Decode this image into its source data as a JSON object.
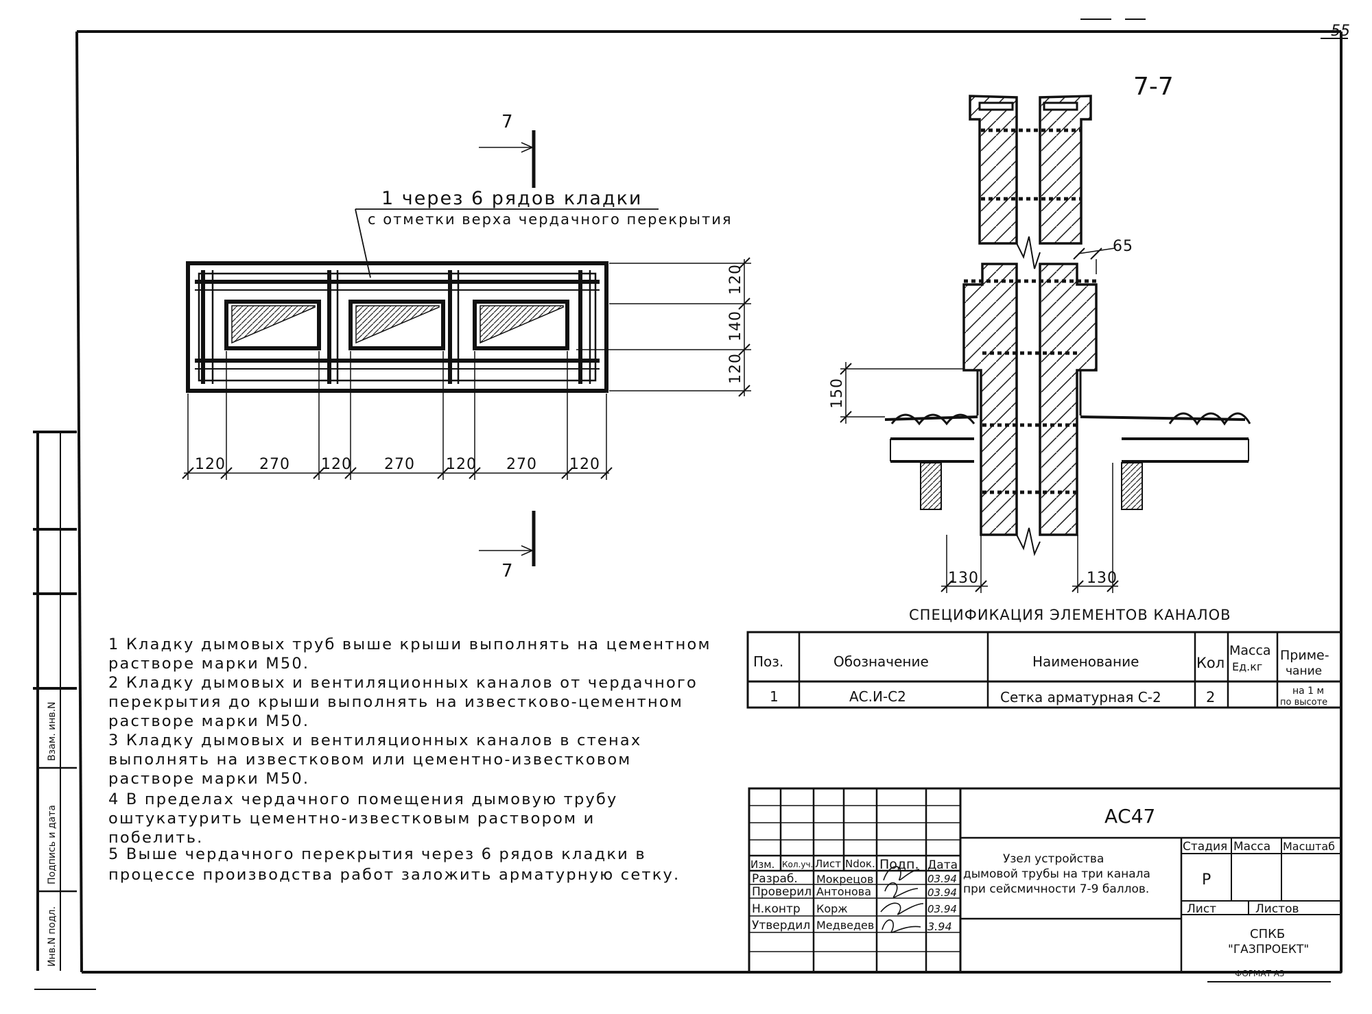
{
  "sheet_number": "55",
  "format_label": "ФОРМАТ А3",
  "section": {
    "title": "7-7",
    "cut_mark_top": "7",
    "cut_mark_bottom": "7"
  },
  "plan": {
    "callout_line1": "1 через 6 рядов кладки",
    "callout_line2": "с отметки верха чердачного перекрытия",
    "dims_bottom": [
      "120",
      "270",
      "120",
      "270",
      "120",
      "270",
      "120"
    ],
    "dims_right": [
      "120",
      "140",
      "120"
    ]
  },
  "elevation": {
    "dim_65": "65",
    "dim_150": "150",
    "dim_130_left": "130",
    "dim_130_right": "130"
  },
  "notes": [
    "1 Кладку дымовых труб выше крыши выполнять на цементном",
    "растворе марки М50.",
    "2 Кладку дымовых и вентиляционных каналов от чердачного",
    "перекрытия до крыши выполнять на известково-цементном",
    "растворе марки М50.",
    "3 Кладку дымовых и вентиляционных каналов в стенах",
    "выполнять на известковом или цементно-известковом",
    "растворе марки М50.",
    "4 В пределах чердачного помещения дымовую трубу",
    "оштукатурить цементно-известковым раствором и",
    "побелить.",
    "5 Выше чердачного перекрытия через 6 рядов кладки в",
    "процессе производства работ заложить арматурную сетку."
  ],
  "spec": {
    "title": "СПЕЦИФИКАЦИЯ ЭЛЕМЕНТОВ КАНАЛОВ",
    "headers": {
      "pos": "Поз.",
      "designation": "Обозначение",
      "name": "Наименование",
      "qty": "Кол",
      "mass_1": "Масса",
      "mass_2": "Ед.кг",
      "note_1": "Приме-",
      "note_2": "чание"
    },
    "row": {
      "pos": "1",
      "designation": "АС.И-С2",
      "name": "Сетка арматурная С-2",
      "qty": "2",
      "mass": "",
      "note_1": "на 1 м",
      "note_2": "по высоте"
    }
  },
  "stamp": {
    "code": "АС47",
    "title_lines": [
      "Узел устройства",
      "дымовой трубы на три канала",
      "при сейсмичности 7-9 баллов."
    ],
    "col_headers": [
      "Изм.",
      "Кол.уч.",
      "Лист",
      "Ndок.",
      "Подп.",
      "Дата"
    ],
    "people": [
      {
        "role": "Разраб.",
        "name": "Мокрецов",
        "date": "03.94"
      },
      {
        "role": "Проверил",
        "name": "Антонова",
        "date": "03.94"
      },
      {
        "role": "Н.контр",
        "name": "Корж",
        "date": "03.94"
      },
      {
        "role": "Утвердил",
        "name": "Медведев",
        "date": "3.94"
      }
    ],
    "stage_label": "Стадия",
    "mass_label": "Масса",
    "scale_label": "Масштаб",
    "stage_value": "Р",
    "sheet_label": "Лист",
    "sheets_label": "Листов",
    "org_line1": "СПКБ",
    "org_line2": "\"ГАЗПРОЕКТ\""
  },
  "side_stamp": [
    "Инв.N подл.",
    "Подпись и дата",
    "Взам. инв.N"
  ]
}
